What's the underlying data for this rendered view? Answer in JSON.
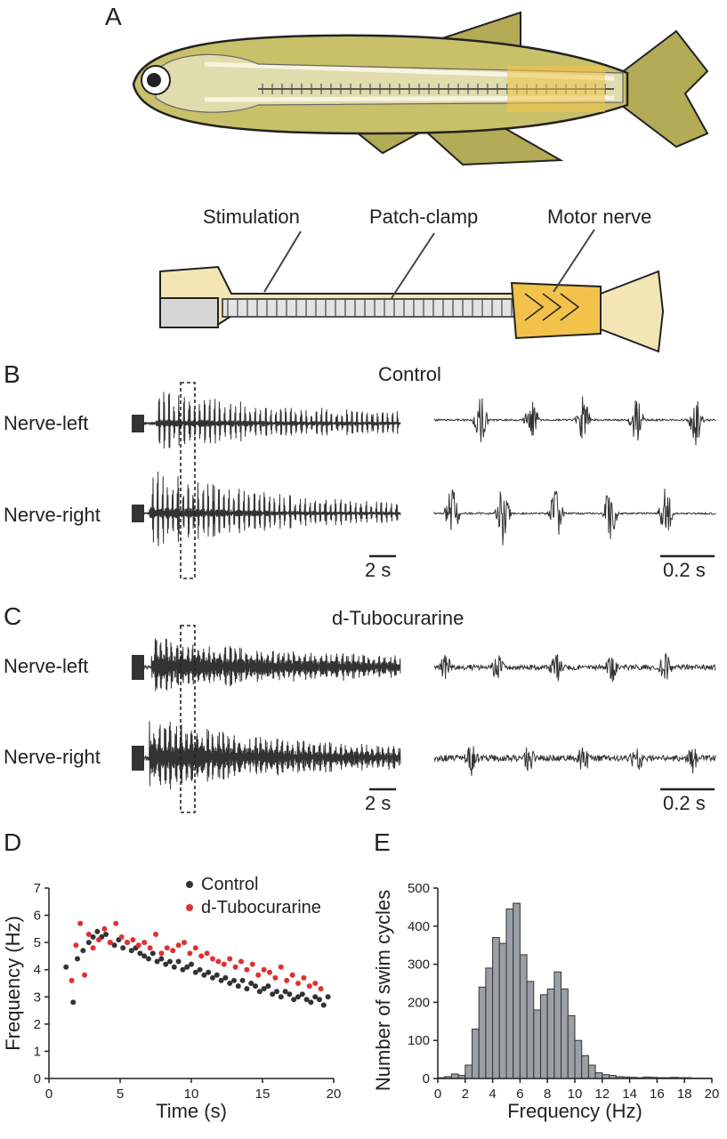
{
  "panels": {
    "A": {
      "letter": "A",
      "labels": {
        "stimulation": "Stimulation",
        "patch_clamp": "Patch-clamp",
        "motor_nerve": "Motor nerve"
      }
    },
    "B": {
      "letter": "B",
      "condition": "Control",
      "rows": [
        "Nerve-left",
        "Nerve-right"
      ],
      "scalebar_long": "2 s",
      "scalebar_short": "0.2 s"
    },
    "C": {
      "letter": "C",
      "condition": "d-Tubocurarine",
      "rows": [
        "Nerve-left",
        "Nerve-right"
      ],
      "scalebar_long": "2 s",
      "scalebar_short": "0.2 s"
    },
    "D": {
      "letter": "D"
    },
    "E": {
      "letter": "E"
    }
  },
  "colors": {
    "control": "#333333",
    "dtc": "#e03030",
    "hist_fill": "#9aa0a6",
    "fish_body": "#c9c06a"
  },
  "chart_data": [
    {
      "id": "D",
      "type": "scatter",
      "xlabel": "Time (s)",
      "ylabel": "Frequency (Hz)",
      "xlim": [
        0,
        20
      ],
      "ylim": [
        0,
        7
      ],
      "xticks": [
        0,
        5,
        10,
        15,
        20
      ],
      "yticks": [
        0,
        1,
        2,
        3,
        4,
        5,
        6,
        7
      ],
      "legend_position": "top-right",
      "series": [
        {
          "name": "Control",
          "color": "#333333",
          "x": [
            1.2,
            1.7,
            2.0,
            2.4,
            2.8,
            3.1,
            3.4,
            3.7,
            4.0,
            4.3,
            4.6,
            4.9,
            5.2,
            5.5,
            5.8,
            6.1,
            6.4,
            6.7,
            7.0,
            7.3,
            7.6,
            7.9,
            8.2,
            8.5,
            8.8,
            9.1,
            9.4,
            9.7,
            10.0,
            10.3,
            10.6,
            10.9,
            11.2,
            11.5,
            11.8,
            12.1,
            12.4,
            12.7,
            13.0,
            13.3,
            13.6,
            13.9,
            14.2,
            14.5,
            14.8,
            15.1,
            15.4,
            15.7,
            16.0,
            16.3,
            16.6,
            16.9,
            17.2,
            17.5,
            17.8,
            18.1,
            18.4,
            18.7,
            19.0,
            19.3,
            19.6
          ],
          "y": [
            4.1,
            2.8,
            4.4,
            4.7,
            5.0,
            5.2,
            5.4,
            5.2,
            5.3,
            5.0,
            4.9,
            5.1,
            4.8,
            5.0,
            4.7,
            4.8,
            4.6,
            4.5,
            4.4,
            4.6,
            4.3,
            4.4,
            4.2,
            4.3,
            4.1,
            4.3,
            4.0,
            4.1,
            4.2,
            3.9,
            4.0,
            3.8,
            3.9,
            3.7,
            3.8,
            3.6,
            3.7,
            3.5,
            3.6,
            3.4,
            3.6,
            3.3,
            3.5,
            3.4,
            3.2,
            3.3,
            3.4,
            3.1,
            3.2,
            3.0,
            3.2,
            3.1,
            2.9,
            3.0,
            3.1,
            2.9,
            2.8,
            3.0,
            2.9,
            2.7,
            3.0
          ]
        },
        {
          "name": "d-Tubocurarine",
          "color": "#e03030",
          "x": [
            1.6,
            1.9,
            2.2,
            2.5,
            2.8,
            3.1,
            3.5,
            3.9,
            4.3,
            4.7,
            5.1,
            5.5,
            5.9,
            6.3,
            6.7,
            7.1,
            7.5,
            7.9,
            8.3,
            8.7,
            9.1,
            9.5,
            9.9,
            10.3,
            10.7,
            11.1,
            11.5,
            11.9,
            12.3,
            12.7,
            13.1,
            13.5,
            13.9,
            14.3,
            14.7,
            15.1,
            15.5,
            15.9,
            16.3,
            16.7,
            17.1,
            17.5,
            17.9,
            18.3,
            18.7,
            19.1
          ],
          "y": [
            3.6,
            4.9,
            5.7,
            3.8,
            5.3,
            4.8,
            5.1,
            5.5,
            5.0,
            5.7,
            5.2,
            5.0,
            5.1,
            4.9,
            5.0,
            4.8,
            5.3,
            4.6,
            4.8,
            4.7,
            4.9,
            5.0,
            4.6,
            4.8,
            4.5,
            4.6,
            4.4,
            4.3,
            4.2,
            4.4,
            4.1,
            4.3,
            4.0,
            4.2,
            3.8,
            4.0,
            3.9,
            3.7,
            4.1,
            3.6,
            3.8,
            3.5,
            3.7,
            3.4,
            3.5,
            3.3
          ]
        }
      ]
    },
    {
      "id": "E",
      "type": "bar",
      "xlabel": "Frequency (Hz)",
      "ylabel": "Number of swim cycles",
      "xlim": [
        0,
        20
      ],
      "ylim": [
        0,
        500
      ],
      "xticks": [
        0,
        2,
        4,
        6,
        8,
        10,
        12,
        14,
        16,
        18,
        20
      ],
      "yticks": [
        0,
        100,
        200,
        300,
        400,
        500
      ],
      "bin_width": 0.5,
      "bin_start": [
        0,
        0.5,
        1.0,
        1.5,
        2.0,
        2.5,
        3.0,
        3.5,
        4.0,
        4.5,
        5.0,
        5.5,
        6.0,
        6.5,
        7.0,
        7.5,
        8.0,
        8.5,
        9.0,
        9.5,
        10.0,
        10.5,
        11.0,
        11.5,
        12.0,
        12.5,
        13.0,
        13.5,
        14.0,
        14.5,
        15.0,
        15.5,
        16.0,
        16.5,
        17.0,
        17.5,
        18.0,
        18.5,
        19.0,
        19.5
      ],
      "counts": [
        2,
        5,
        12,
        8,
        35,
        130,
        240,
        290,
        370,
        355,
        445,
        460,
        325,
        255,
        180,
        220,
        235,
        280,
        235,
        165,
        100,
        60,
        35,
        15,
        10,
        8,
        5,
        4,
        3,
        2,
        4,
        3,
        2,
        2,
        3,
        2,
        2,
        1,
        1,
        1
      ]
    }
  ]
}
